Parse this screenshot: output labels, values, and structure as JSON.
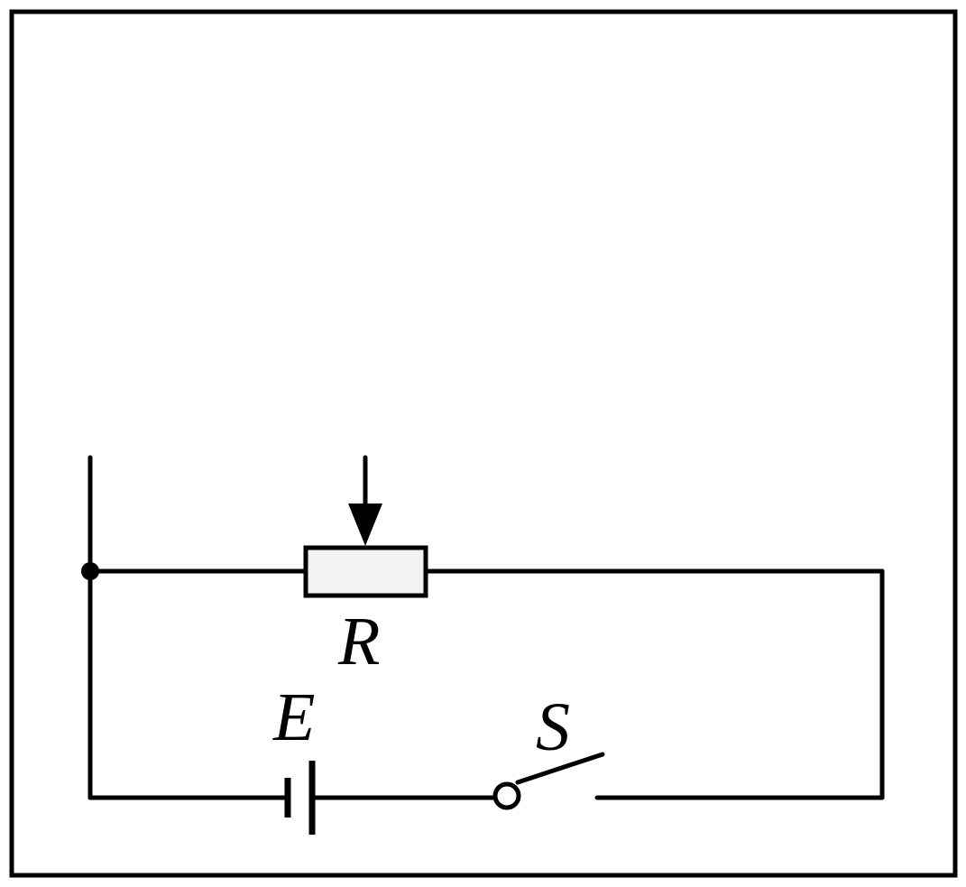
{
  "diagram": {
    "type": "circuit",
    "components": {
      "rheostat": {
        "label": "R",
        "kind": "resistor with sliding contact"
      },
      "battery": {
        "label": "E",
        "kind": "cell"
      },
      "switch": {
        "label": "S",
        "kind": "switch",
        "state": "open"
      }
    },
    "colors": {
      "stroke": "#000000",
      "resistor_fill": "#f2f2f2",
      "background": "#ffffff"
    }
  }
}
